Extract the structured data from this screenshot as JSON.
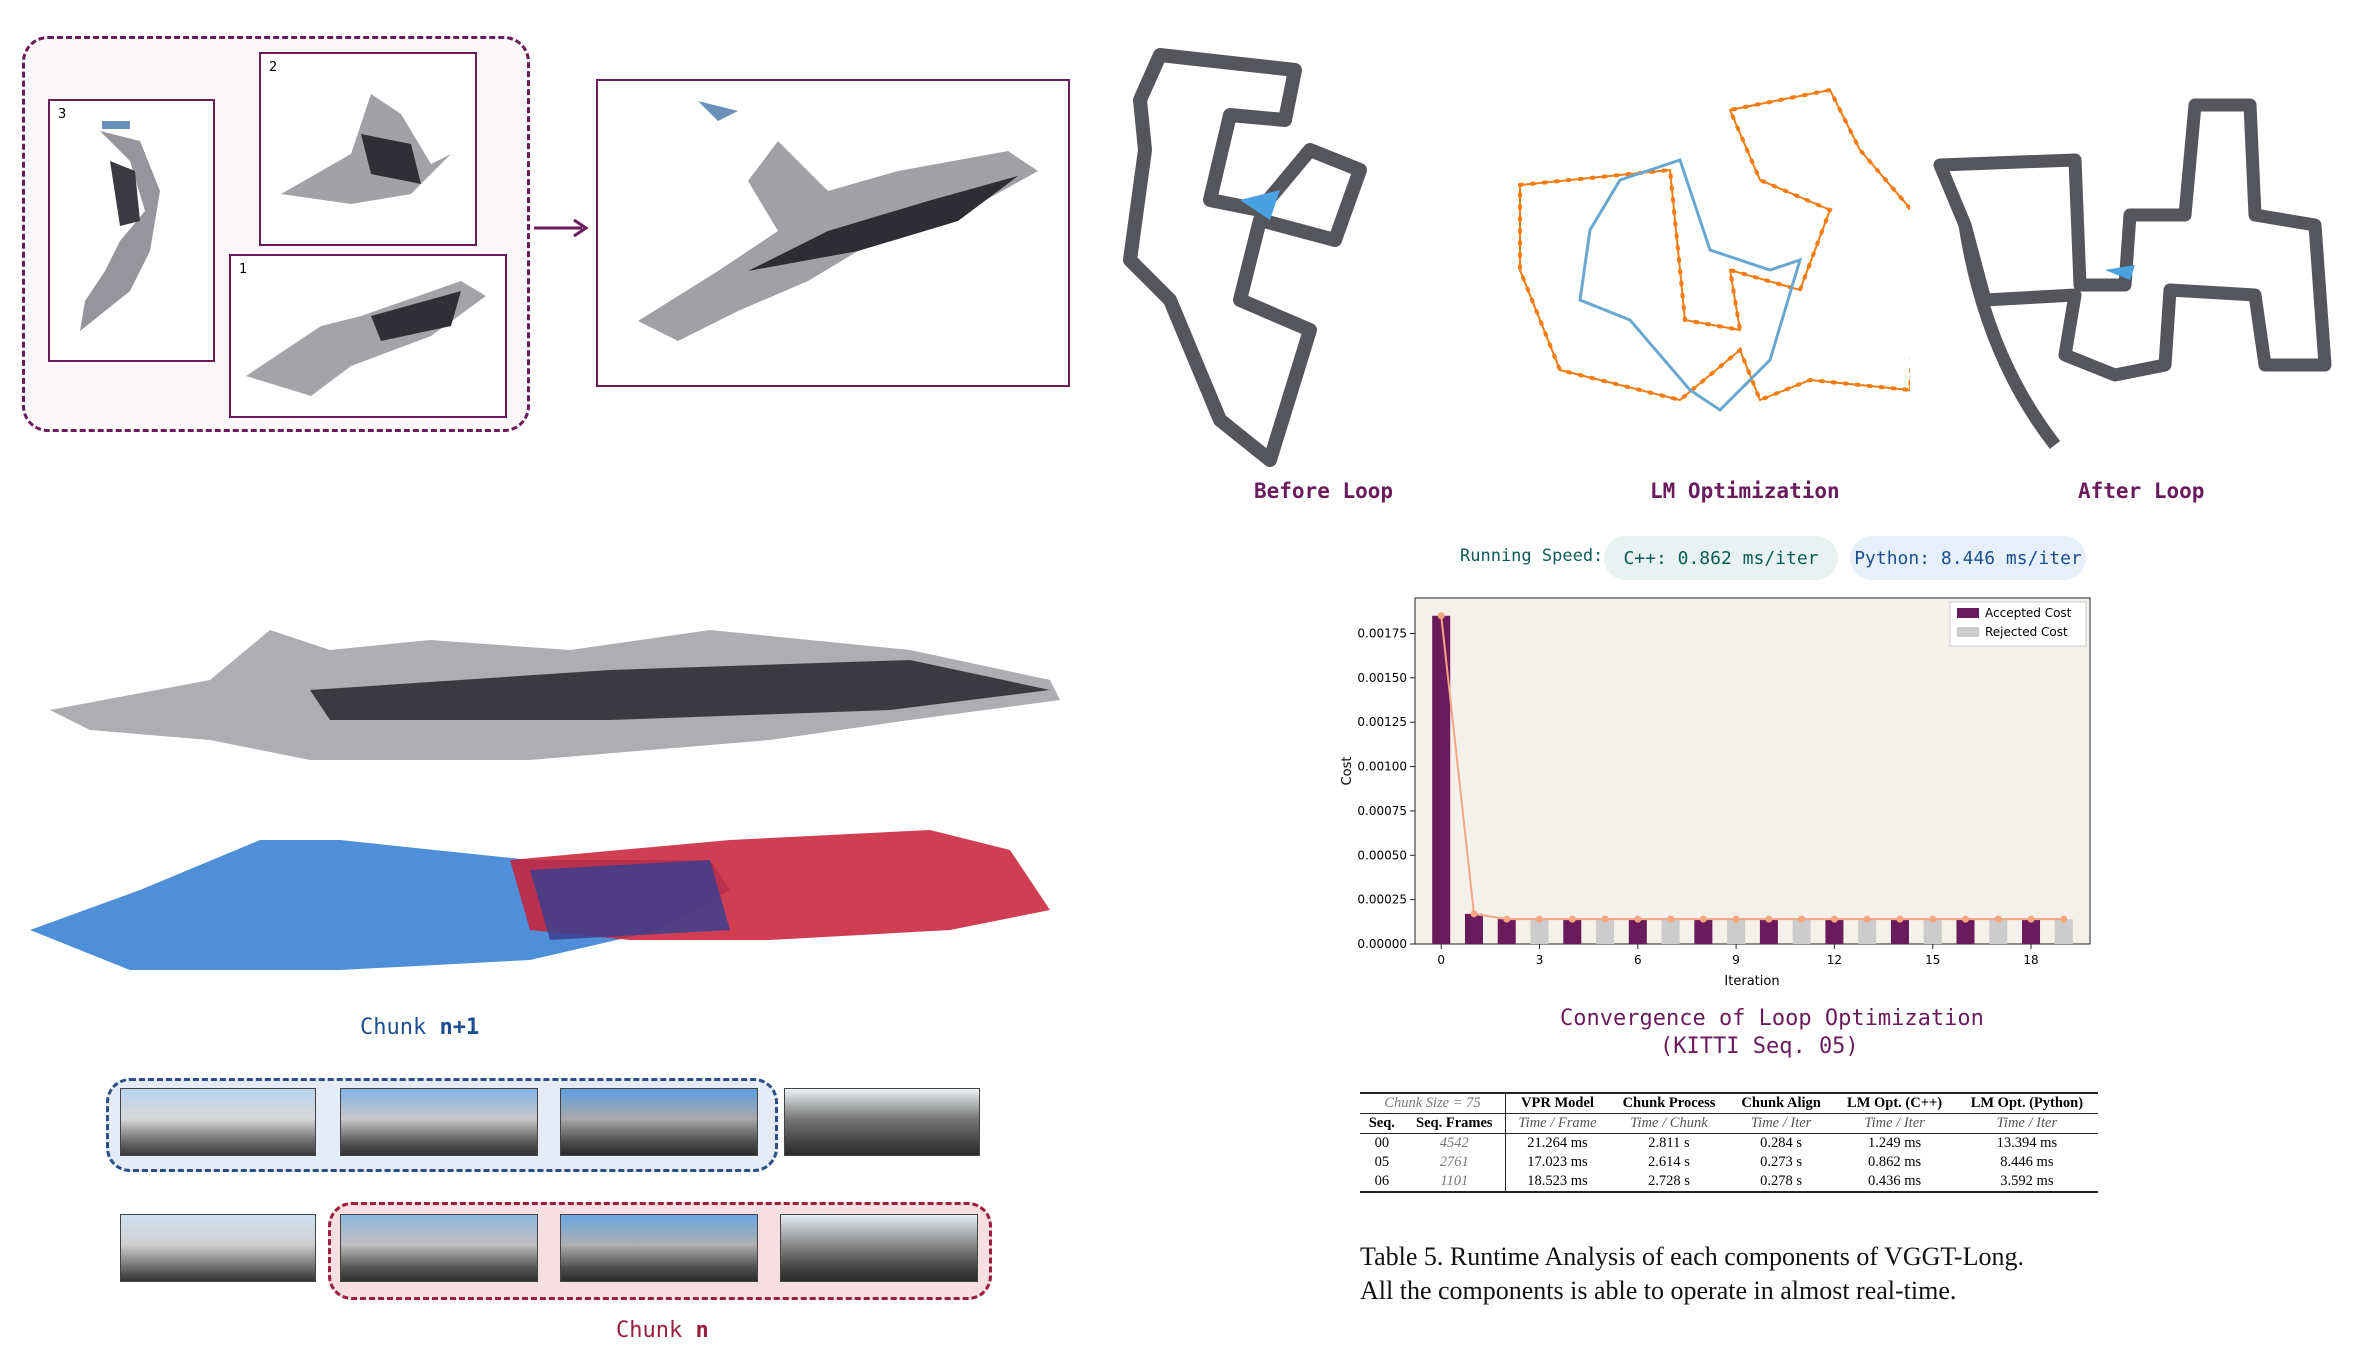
{
  "panel_a": {
    "labels": [
      "3",
      "2",
      "1"
    ]
  },
  "loop": {
    "captions": [
      "Before Loop",
      "LM Optimization",
      "After Loop"
    ],
    "running_speed_label": "Running Speed:",
    "cpp_speed": "C++: 0.862 ms/iter",
    "python_speed": "Python: 8.446 ms/iter"
  },
  "chunks": {
    "upper_label_prefix": "Chunk ",
    "upper_label_bold": "n+1",
    "lower_label_prefix": "Chunk ",
    "lower_label_bold": "n"
  },
  "chart_data": {
    "type": "bar",
    "xlabel": "Iteration",
    "ylabel": "Cost",
    "ylim": [
      0,
      0.00195
    ],
    "yticks": [
      "0.00000",
      "0.00025",
      "0.00050",
      "0.00075",
      "0.00100",
      "0.00125",
      "0.00150",
      "0.00175"
    ],
    "xticks": [
      "0",
      "3",
      "6",
      "9",
      "12",
      "15",
      "18"
    ],
    "legend": [
      "Accepted Cost",
      "Rejected Cost"
    ],
    "legend_position": "top-right",
    "accepted_color": "#6a1b5c",
    "rejected_color": "#cccccc",
    "line_color": "#f4a582",
    "iterations": [
      0,
      1,
      2,
      3,
      4,
      5,
      6,
      7,
      8,
      9,
      10,
      11,
      12,
      13,
      14,
      15,
      16,
      17,
      18,
      19
    ],
    "values": [
      0.00185,
      0.00017,
      0.00014,
      0.00014,
      0.00014,
      0.00014,
      0.00014,
      0.00014,
      0.00014,
      0.00014,
      0.00014,
      0.00014,
      0.00014,
      0.00014,
      0.00014,
      0.00014,
      0.00014,
      0.00014,
      0.00014,
      0.00014
    ],
    "status": [
      "accepted",
      "accepted",
      "accepted",
      "rejected",
      "accepted",
      "rejected",
      "accepted",
      "rejected",
      "accepted",
      "rejected",
      "accepted",
      "rejected",
      "accepted",
      "rejected",
      "accepted",
      "rejected",
      "accepted",
      "rejected",
      "accepted",
      "rejected"
    ],
    "title_line1": "Convergence of Loop Optimization",
    "title_line2": "(KITTI Seq. 05)"
  },
  "table": {
    "chunk_size": "Chunk Size = 75",
    "headers": [
      "VPR Model",
      "Chunk Process",
      "Chunk Align",
      "LM Opt. (C++)",
      "LM Opt. (Python)"
    ],
    "sub_seq": "Seq.",
    "sub_frames": "Seq. Frames",
    "units": [
      "Time / Frame",
      "Time / Chunk",
      "Time / Iter",
      "Time / Iter",
      "Time / Iter"
    ],
    "rows": [
      [
        "00",
        "4542",
        "21.264 ms",
        "2.811 s",
        "0.284 s",
        "1.249 ms",
        "13.394 ms"
      ],
      [
        "05",
        "2761",
        "17.023 ms",
        "2.614 s",
        "0.273 s",
        "0.862 ms",
        "8.446 ms"
      ],
      [
        "06",
        "1101",
        "18.523 ms",
        "2.728 s",
        "0.278 s",
        "0.436 ms",
        "3.592 ms"
      ]
    ],
    "caption_line1": "Table 5.  Runtime Analysis of each components of VGGT-Long.",
    "caption_line2": "All the components is able to operate in almost real-time."
  }
}
